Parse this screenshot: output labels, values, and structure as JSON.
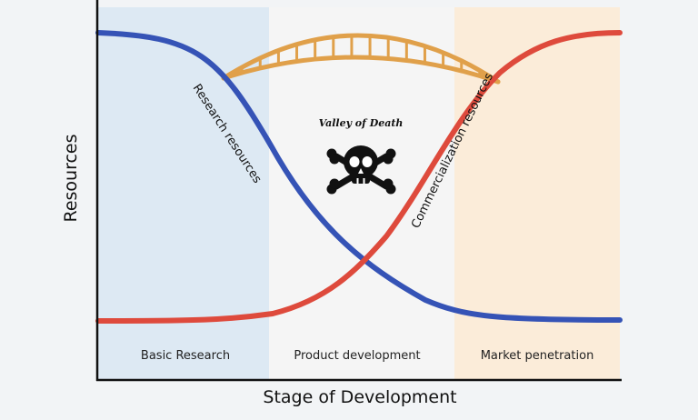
{
  "diagram": {
    "y_axis_label": "Resources",
    "x_axis_label": "Stage of Development",
    "stages": [
      {
        "label": "Basic Research",
        "color": "#dde9f3"
      },
      {
        "label": "Product development",
        "color": "#f5f5f5"
      },
      {
        "label": "Market penetration",
        "color": "#fbecd9"
      }
    ],
    "curves": {
      "research": {
        "label": "Research resources",
        "color": "#3553b6"
      },
      "commercialization": {
        "label": "Commercialization resources",
        "color": "#de4a3c"
      }
    },
    "bridge": {
      "color": "#e0a04a",
      "icon": "bridge-icon"
    },
    "valley": {
      "title": "Valley of Death",
      "icon": "skull-crossbones-icon"
    },
    "colors": {
      "background": "#f2f4f6",
      "axis": "#111111"
    }
  }
}
